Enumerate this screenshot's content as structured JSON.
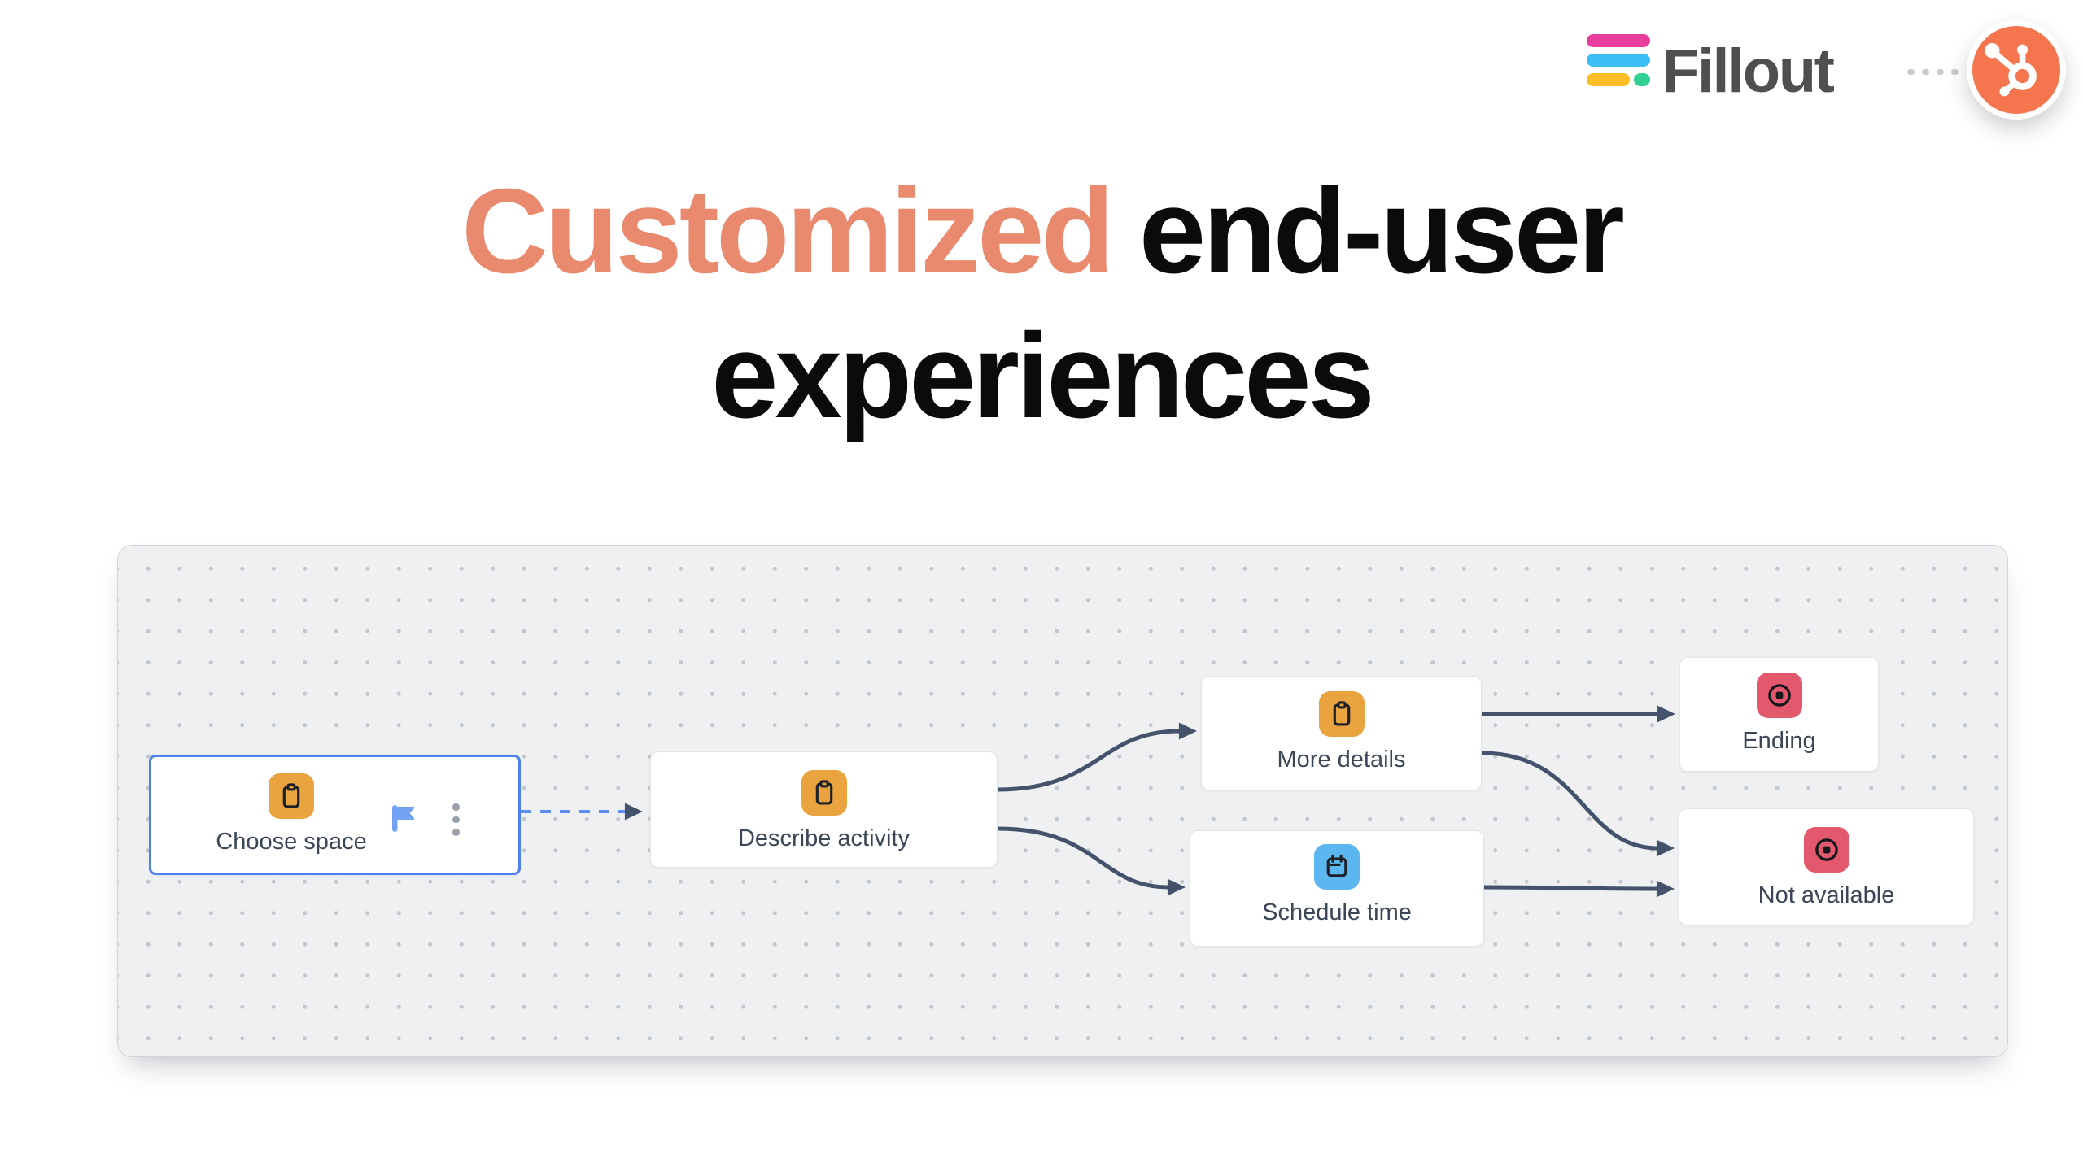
{
  "brand": {
    "name": "Fillout",
    "wordmark_color": "#4f4f4f",
    "logo_bar_colors": {
      "pink": "#ea3e9e",
      "blue": "#3bbdf6",
      "yellow": "#fbbd25",
      "green": "#34d195"
    },
    "integration": {
      "name": "HubSpot",
      "badge_color": "#f5764e",
      "glyph_color": "#ffffff"
    }
  },
  "heading": {
    "highlight": "Customized",
    "rest_line1": "end-user",
    "line2": "experiences",
    "highlight_color": "#e98a6e",
    "text_color": "#0b0b0b"
  },
  "flow": {
    "canvas": {
      "background": "#eef0f2",
      "dot_color": "#c4c7cb",
      "edge_color": "#44536b",
      "dashed_edge_color": "#5f8ef3",
      "selected_border_color": "#4c81ee"
    },
    "nodes": [
      {
        "id": "choose-space",
        "label": "Choose space",
        "icon": "clipboard-icon",
        "icon_bg": "#e9a43f",
        "selected": true
      },
      {
        "id": "describe-activity",
        "label": "Describe activity",
        "icon": "clipboard-icon",
        "icon_bg": "#e9a43f",
        "selected": false
      },
      {
        "id": "more-details",
        "label": "More details",
        "icon": "clipboard-icon",
        "icon_bg": "#e9a43f",
        "selected": false
      },
      {
        "id": "schedule-time",
        "label": "Schedule time",
        "icon": "calendar-icon",
        "icon_bg": "#5cb6f0",
        "selected": false
      },
      {
        "id": "ending",
        "label": "Ending",
        "icon": "stop-circle-icon",
        "icon_bg": "#e4586d",
        "selected": false
      },
      {
        "id": "not-available",
        "label": "Not available",
        "icon": "stop-circle-icon",
        "icon_bg": "#e4586d",
        "selected": false
      }
    ],
    "edges": [
      {
        "from": "choose-space",
        "to": "describe-activity",
        "style": "dashed-blue"
      },
      {
        "from": "describe-activity",
        "to": "more-details",
        "style": "solid"
      },
      {
        "from": "describe-activity",
        "to": "schedule-time",
        "style": "solid"
      },
      {
        "from": "more-details",
        "to": "ending",
        "style": "solid"
      },
      {
        "from": "more-details",
        "to": "not-available",
        "style": "solid"
      },
      {
        "from": "schedule-time",
        "to": "not-available",
        "style": "solid"
      }
    ]
  }
}
